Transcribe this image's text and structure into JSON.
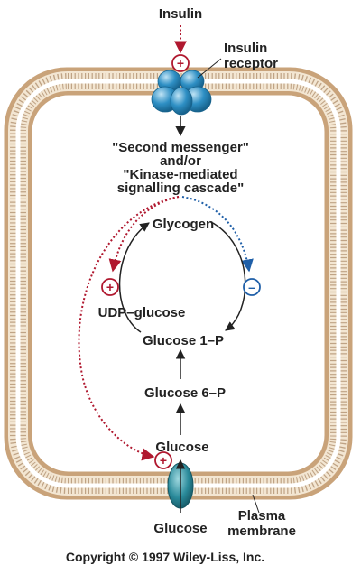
{
  "labels": {
    "insulin": "Insulin",
    "receptor_line1": "Insulin",
    "receptor_line2": "receptor",
    "messenger_line1": "\"Second messenger\"",
    "messenger_line2": "and/or",
    "messenger_line3": "\"Kinase-mediated",
    "messenger_line4": "signalling cascade\"",
    "glycogen": "Glycogen",
    "udp_glucose": "UDP–glucose",
    "glucose_1p": "Glucose 1–P",
    "glucose_6p": "Glucose 6–P",
    "glucose_inside": "Glucose",
    "glucose_outside": "Glucose",
    "membrane_line1": "Plasma",
    "membrane_line2": "membrane",
    "copyright": "Copyright © 1997 Wiley-Liss, Inc."
  },
  "signs": {
    "plus": "+",
    "minus": "–"
  },
  "colors": {
    "activate": "#b0182f",
    "inhibit": "#1f5fa8",
    "receptor": "#2e8fc4",
    "transporter": "#2a8a9a",
    "membrane_head": "#c9a37a",
    "text": "#222222"
  }
}
